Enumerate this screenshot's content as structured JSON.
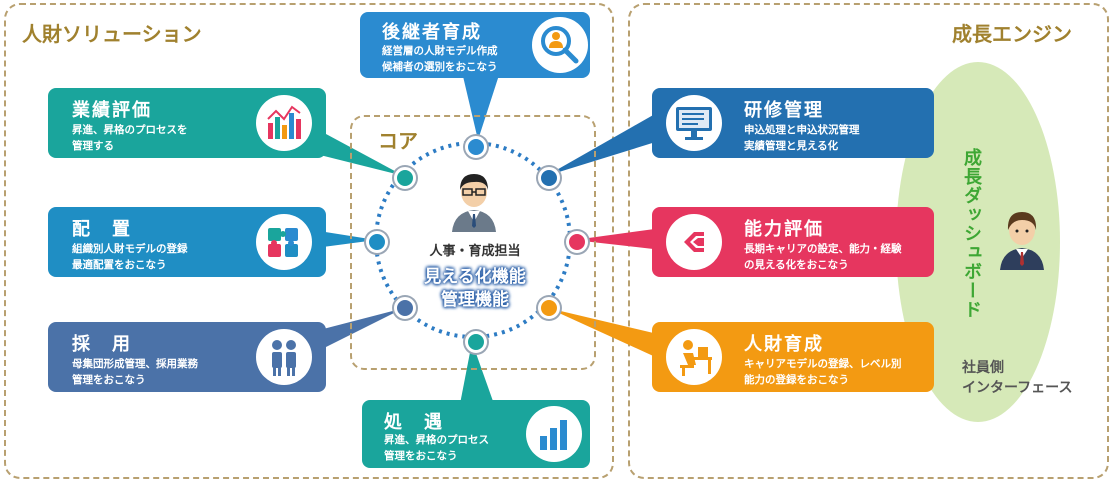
{
  "regions": {
    "left_title": "人財ソリューション",
    "right_title": "成長エンジン"
  },
  "core": {
    "title": "コア",
    "role": "人事・育成担当",
    "main_line1": "見える化機能",
    "main_line2": "管理機能"
  },
  "cards": {
    "succession": {
      "title": "後継者育成",
      "desc": "経営層の人財モデル作成\n候補者の選別をおこなう",
      "color": "#2b8bd0"
    },
    "performance": {
      "title": "業績評価",
      "desc": "昇進、昇格のプロセスを\n管理する",
      "color": "#1aa59c"
    },
    "placement": {
      "title": "配　置",
      "desc": "組織別人財モデルの登録\n最適配置をおこなう",
      "color": "#1f8ec4"
    },
    "recruit": {
      "title": "採　用",
      "desc": "母集団形成管理、採用業務\n管理をおこなう",
      "color": "#4b72a8"
    },
    "treatment": {
      "title": "処　遇",
      "desc": "昇進、昇格のプロセス\n管理をおこなう",
      "color": "#1aa59c"
    },
    "training_mgmt": {
      "title": "研修管理",
      "desc": "申込処理と申込状況管理\n実績管理と見える化",
      "color": "#2370b0"
    },
    "ability": {
      "title": "能力評価",
      "desc": "長期キャリアの設定、能力・経験\nの見える化をおこなう",
      "color": "#e6365f"
    },
    "development": {
      "title": "人財育成",
      "desc": "キャリアモデルの登録、レベル別\n能力の登録をおこなう",
      "color": "#f39a12"
    }
  },
  "dashboard": {
    "vertical_label": "成長ダッシュボード",
    "employee_side": "社員側\nインターフェース"
  },
  "icons": {
    "succession": "search-person-icon",
    "performance": "bar-line-chart-icon",
    "placement": "puzzle-icon",
    "recruit": "people-icon",
    "treatment": "bar-chart-icon",
    "training_mgmt": "monitor-icon",
    "ability": "learning-logo-icon",
    "development": "desk-worker-icon"
  }
}
